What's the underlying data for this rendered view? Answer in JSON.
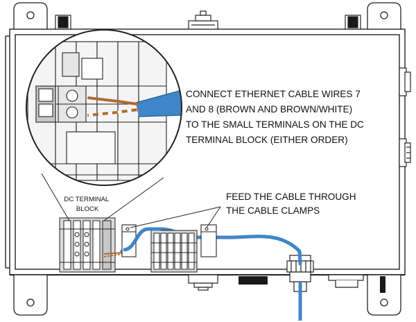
{
  "callouts": {
    "wiring_instruction_lines": [
      "CONNECT ETHERNET CABLE WIRES 7",
      "AND 8 (BROWN AND BROWN/WHITE)",
      "TO THE SMALL TERMINALS ON THE DC",
      "TERMINAL BLOCK (EITHER ORDER)"
    ],
    "cable_clamp_lines": [
      "FEED THE CABLE THROUGH",
      "THE CABLE CLAMPS"
    ],
    "dc_terminal_block_lines": [
      "DC TERMINAL",
      "BLOCK"
    ]
  },
  "colors": {
    "cable": "#3f86c8",
    "cable_dark": "#1f5d99",
    "wire_brown": "#b06a2e",
    "wire_white_stripe": "#ffffff",
    "line": "#222222",
    "panel_gray": "#d9d9d9",
    "terminal_gray": "#c8c8c8",
    "black_part": "#1a1a1a"
  }
}
